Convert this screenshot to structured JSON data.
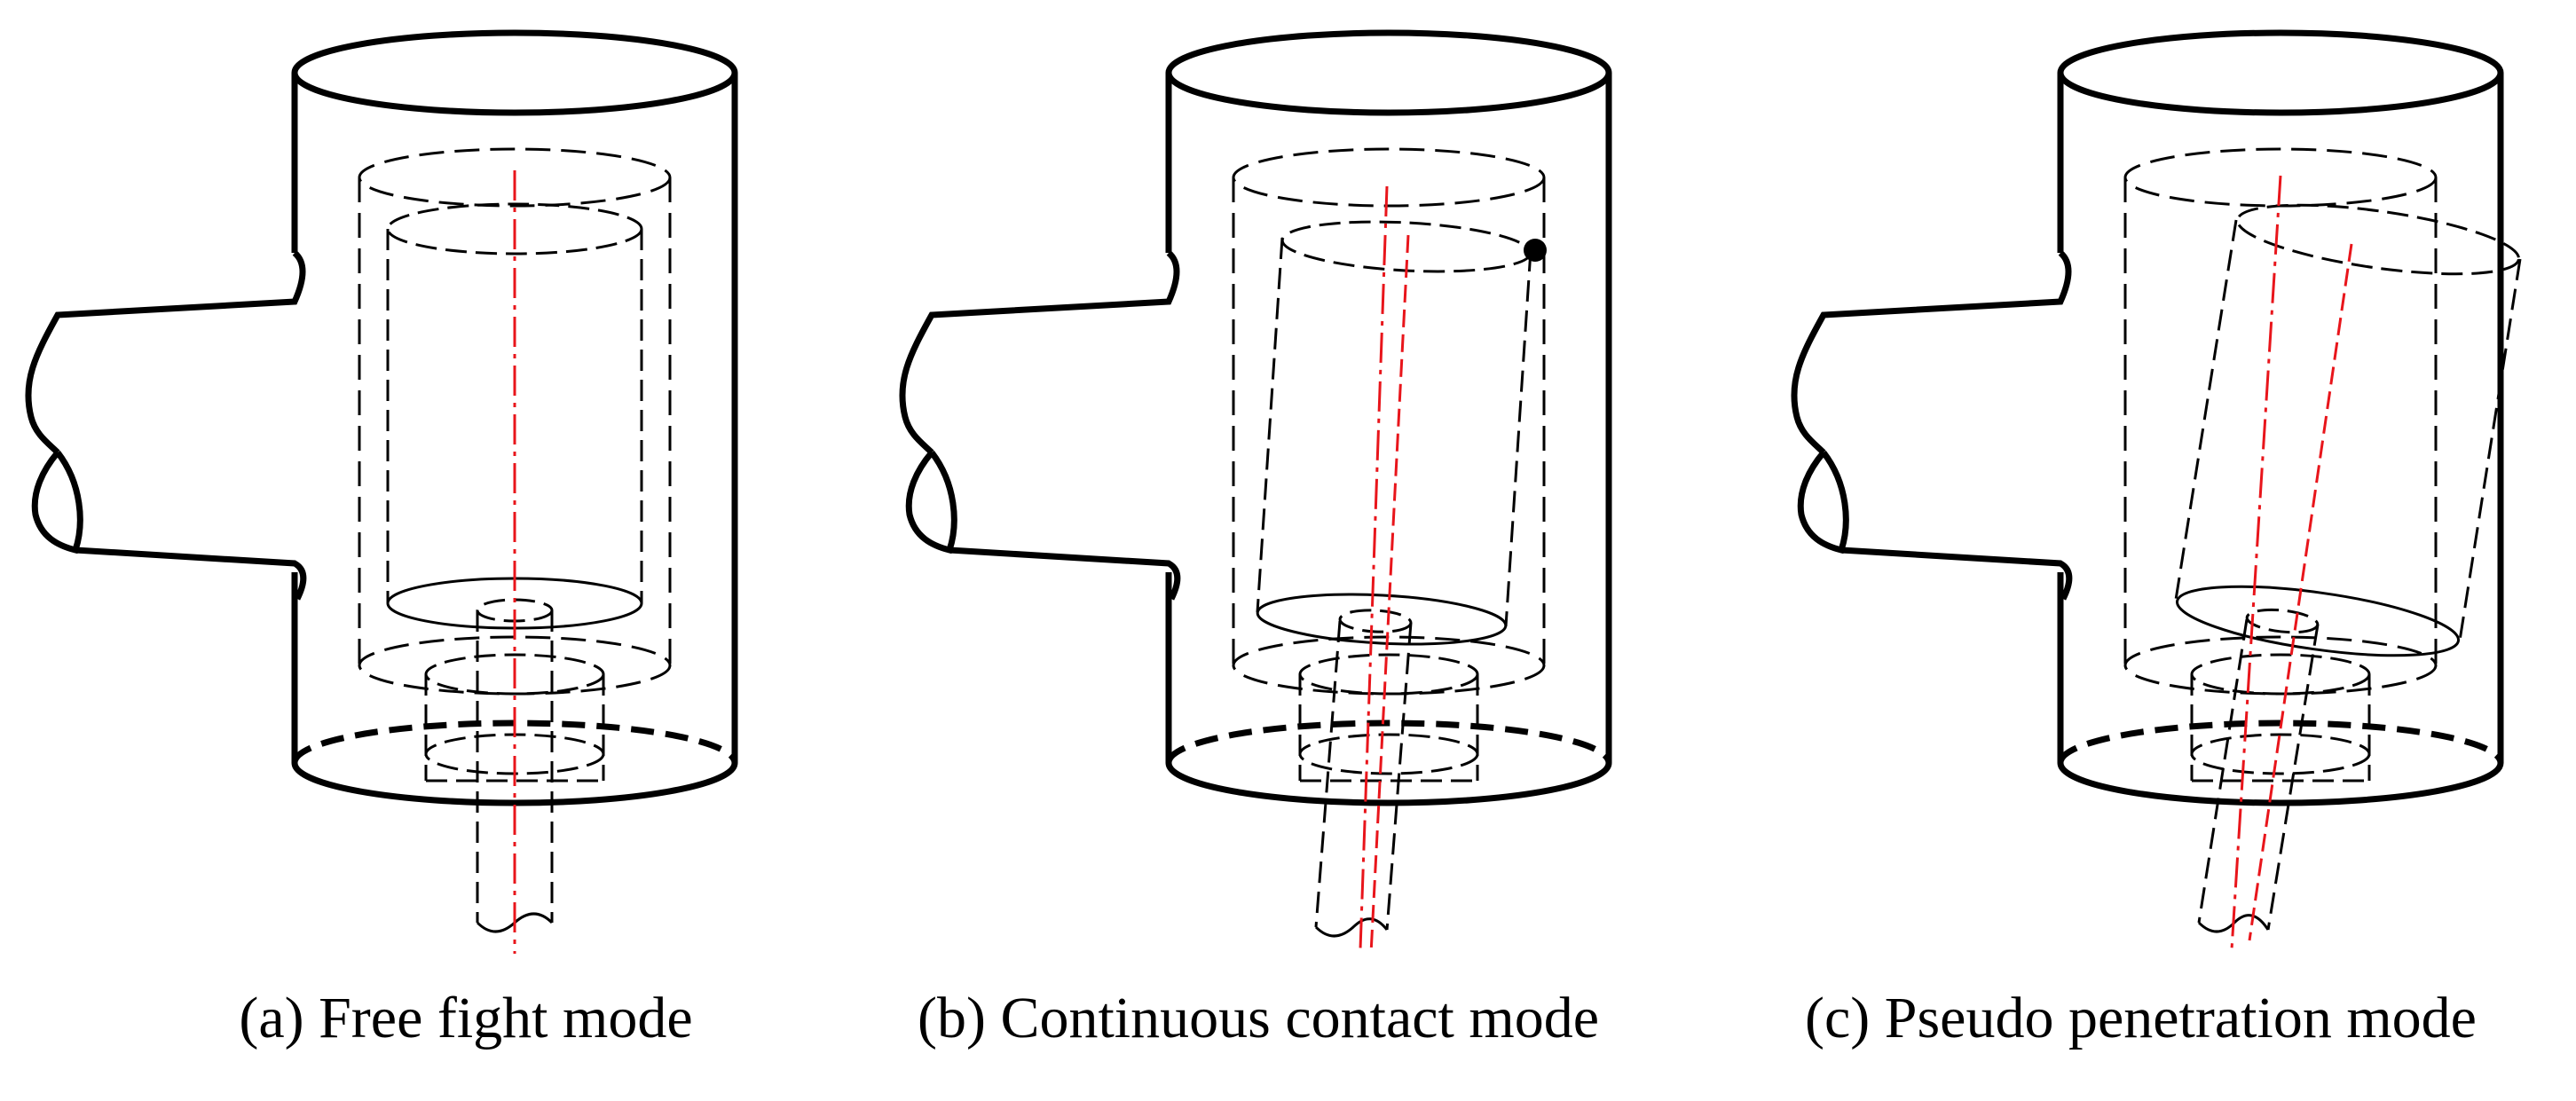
{
  "figure": {
    "panels": [
      {
        "id": "a",
        "caption": "(a) Free fight mode"
      },
      {
        "id": "b",
        "caption": "(b) Continuous contact mode"
      },
      {
        "id": "c",
        "caption": "(c) Pseudo penetration mode"
      }
    ]
  },
  "colors": {
    "outline": "#000000",
    "axis": "#e8151b",
    "background": "#ffffff"
  }
}
